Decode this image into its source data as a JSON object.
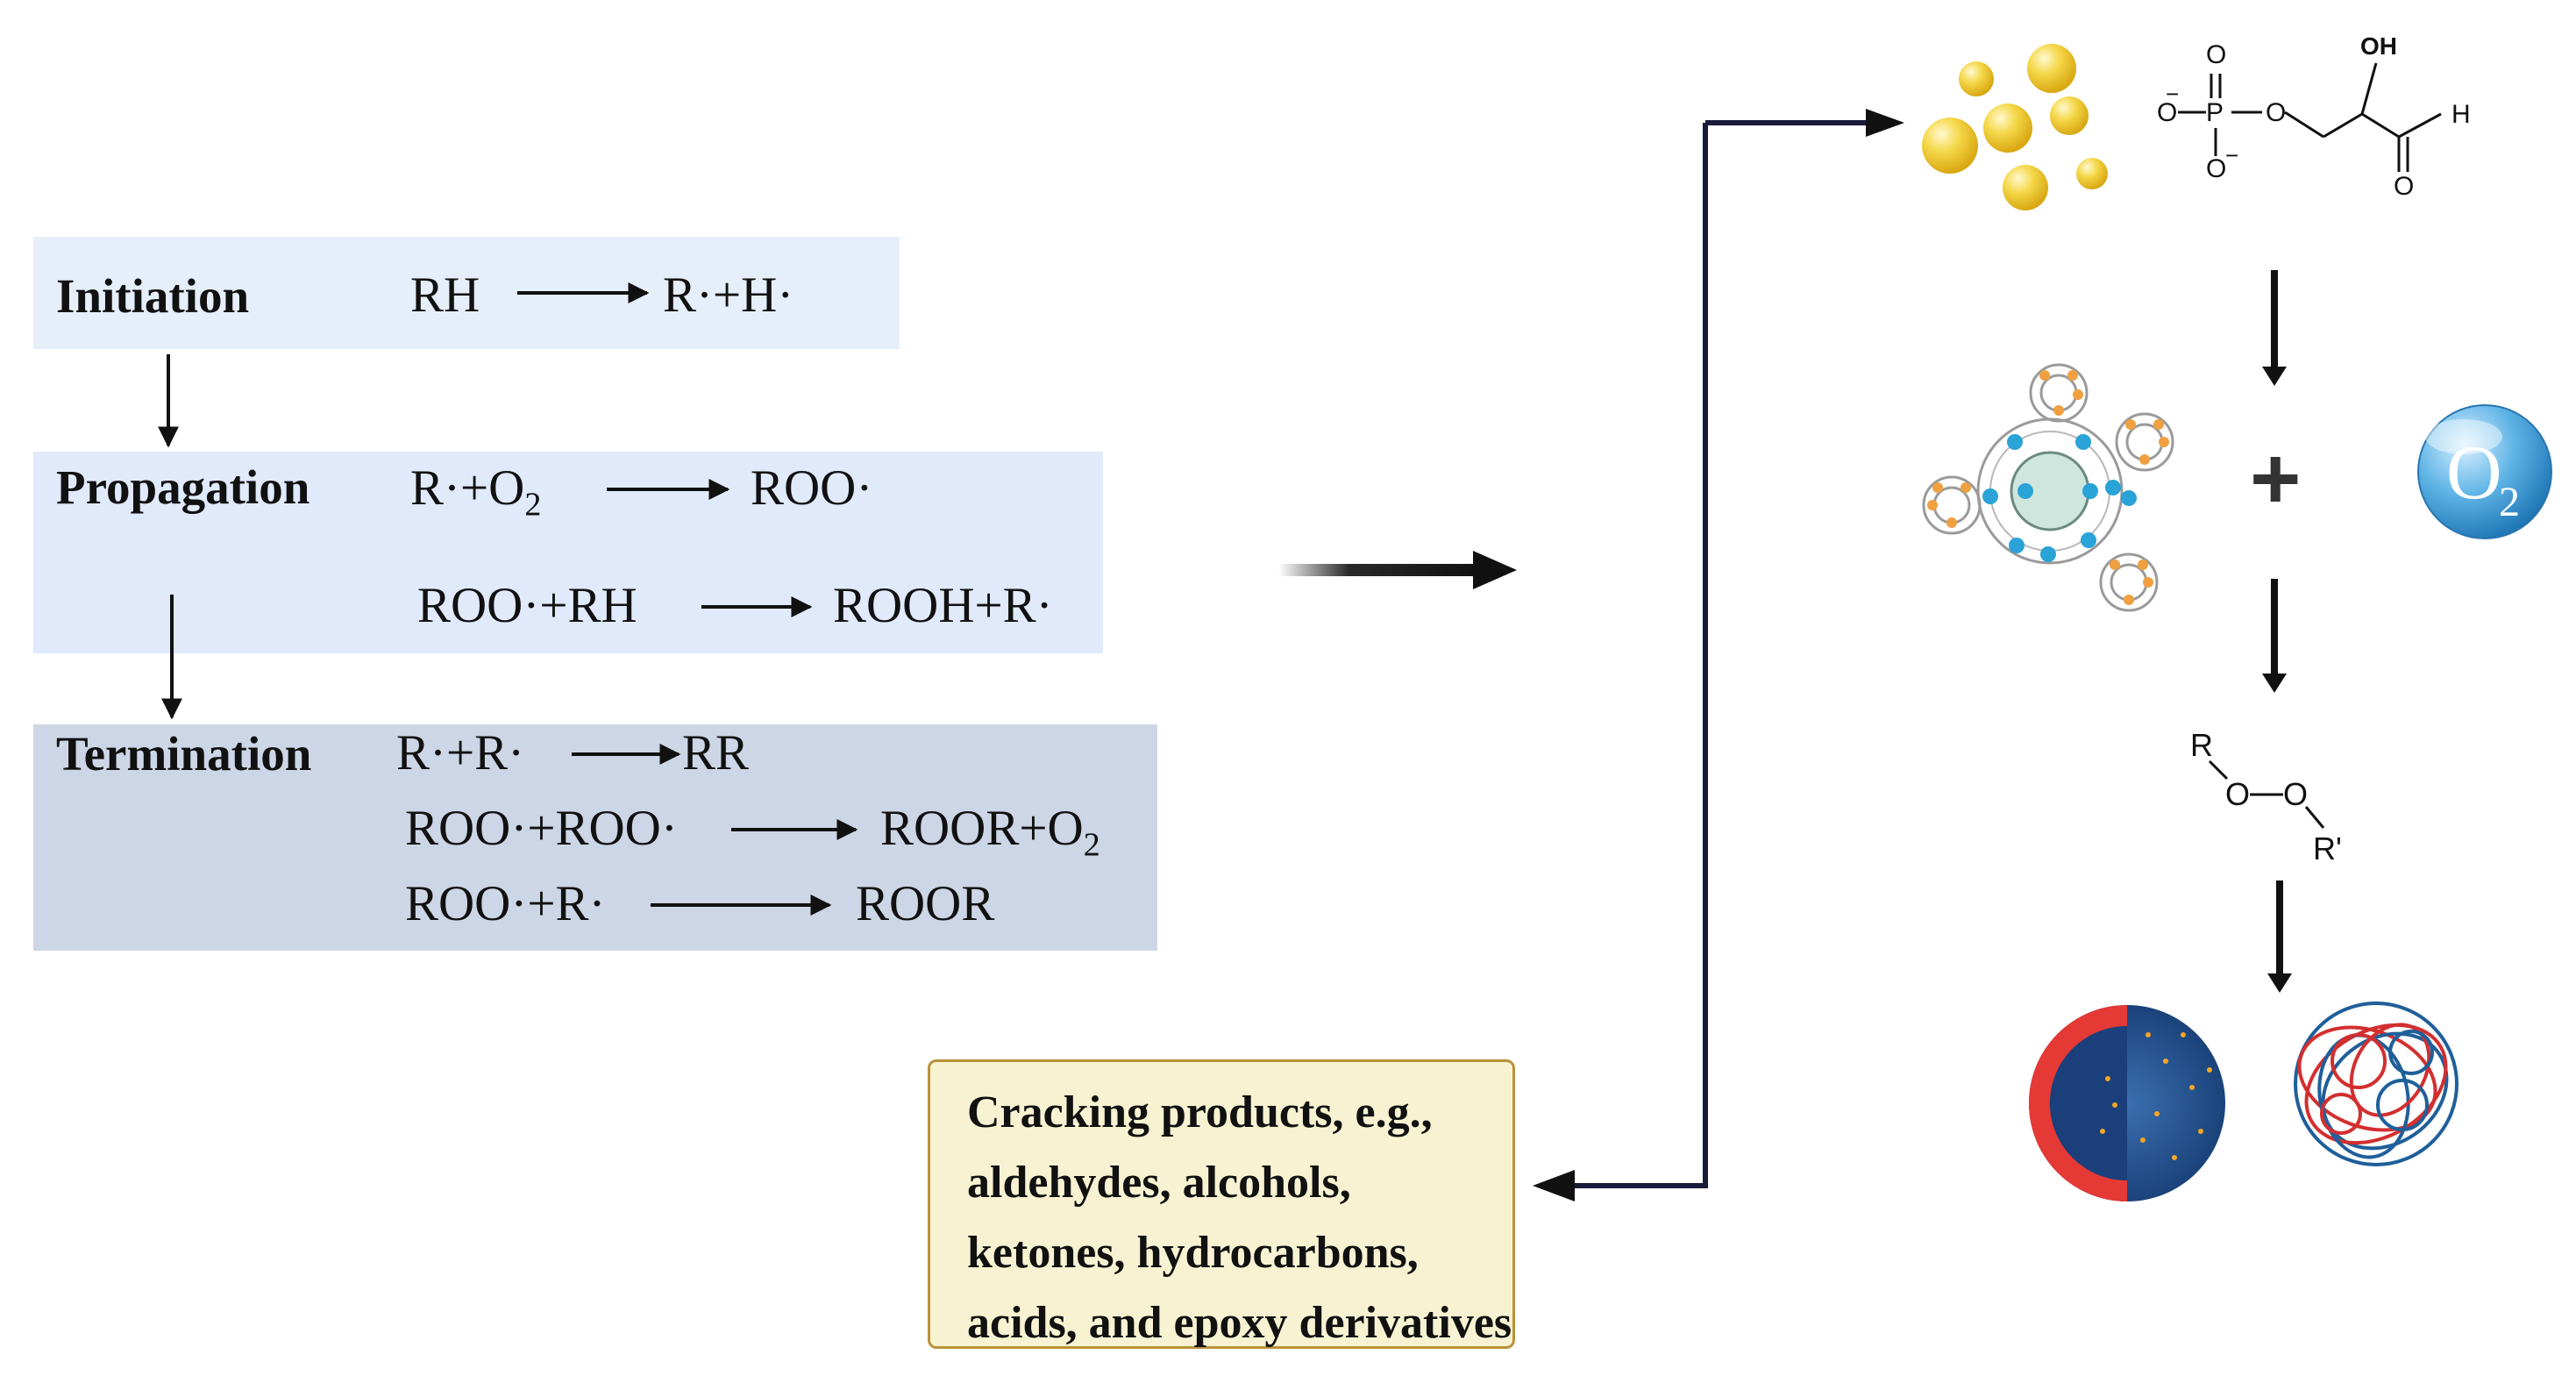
{
  "stages": {
    "initiation": {
      "label": "Initiation",
      "equations": [
        {
          "lhs": "RH",
          "rhs": "R·+H·"
        }
      ]
    },
    "propagation": {
      "label": "Propagation",
      "equations": [
        {
          "lhs": "R·+O",
          "lhs_sub": "2",
          "rhs": "ROO·"
        },
        {
          "lhs": "ROO·+RH",
          "rhs": "ROOH+R·"
        }
      ]
    },
    "termination": {
      "label": "Termination",
      "equations": [
        {
          "lhs": "R·+R·",
          "rhs": "RR"
        },
        {
          "lhs": "ROO·+ROO·",
          "rhs": "ROOR+O",
          "rhs_sub": "2"
        },
        {
          "lhs": "ROO·+R·",
          "rhs": "ROOR"
        }
      ]
    }
  },
  "products_box": {
    "lines": [
      "Cracking products, e.g.,",
      "aldehydes, alcohols,",
      "ketones, hydrocarbons,",
      "acids, and epoxy derivatives"
    ]
  },
  "right_panel": {
    "oxygen_label": "O",
    "oxygen_sub": "2",
    "plus_sign": "+",
    "phosphate": {
      "oh": "OH",
      "h": "H",
      "o": "O",
      "p": "P",
      "minus": "−"
    },
    "peroxide": {
      "r": "R",
      "r_prime": "R'",
      "o": "O"
    }
  },
  "colors": {
    "initiation_bg": "#e5eef9",
    "propagation_bg": "#e0eafb",
    "termination_bg": "#cdd6e6",
    "products_bg": "#f7f3d2",
    "products_border": "#b9933a",
    "connector": "#1a1a3a"
  }
}
